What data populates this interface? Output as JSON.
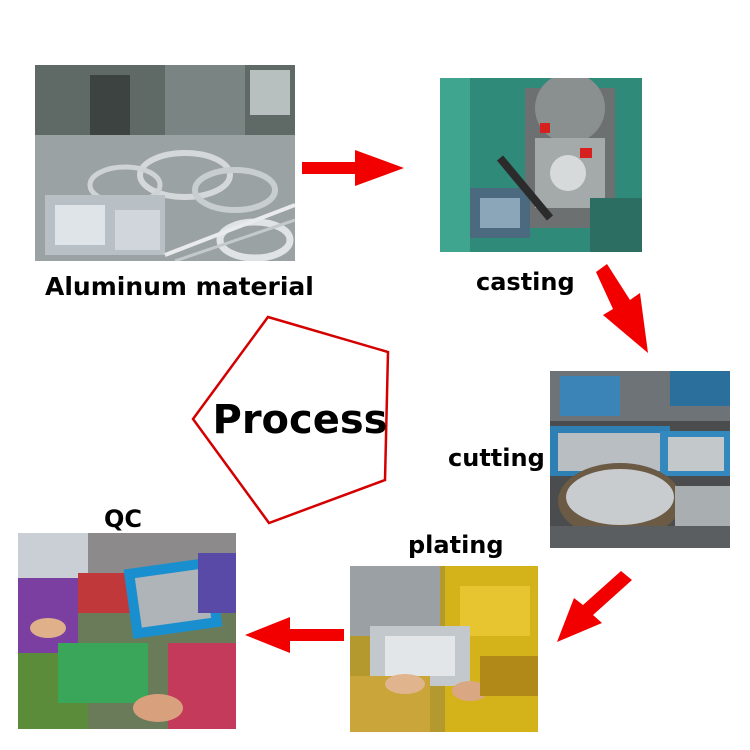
{
  "diagram": {
    "center_label": "Process",
    "steps": [
      {
        "label": "Aluminum material",
        "photo": "aluminum-coils-photo"
      },
      {
        "label": "casting",
        "photo": "casting-machine-photo"
      },
      {
        "label": "cutting",
        "photo": "cut-parts-photo"
      },
      {
        "label": "plating",
        "photo": "plated-parts-photo"
      },
      {
        "label": "QC",
        "photo": "quality-check-photo"
      }
    ],
    "colors": {
      "arrow": "#f20000",
      "pentagon_stroke": "#d40000",
      "text": "#000000"
    }
  }
}
